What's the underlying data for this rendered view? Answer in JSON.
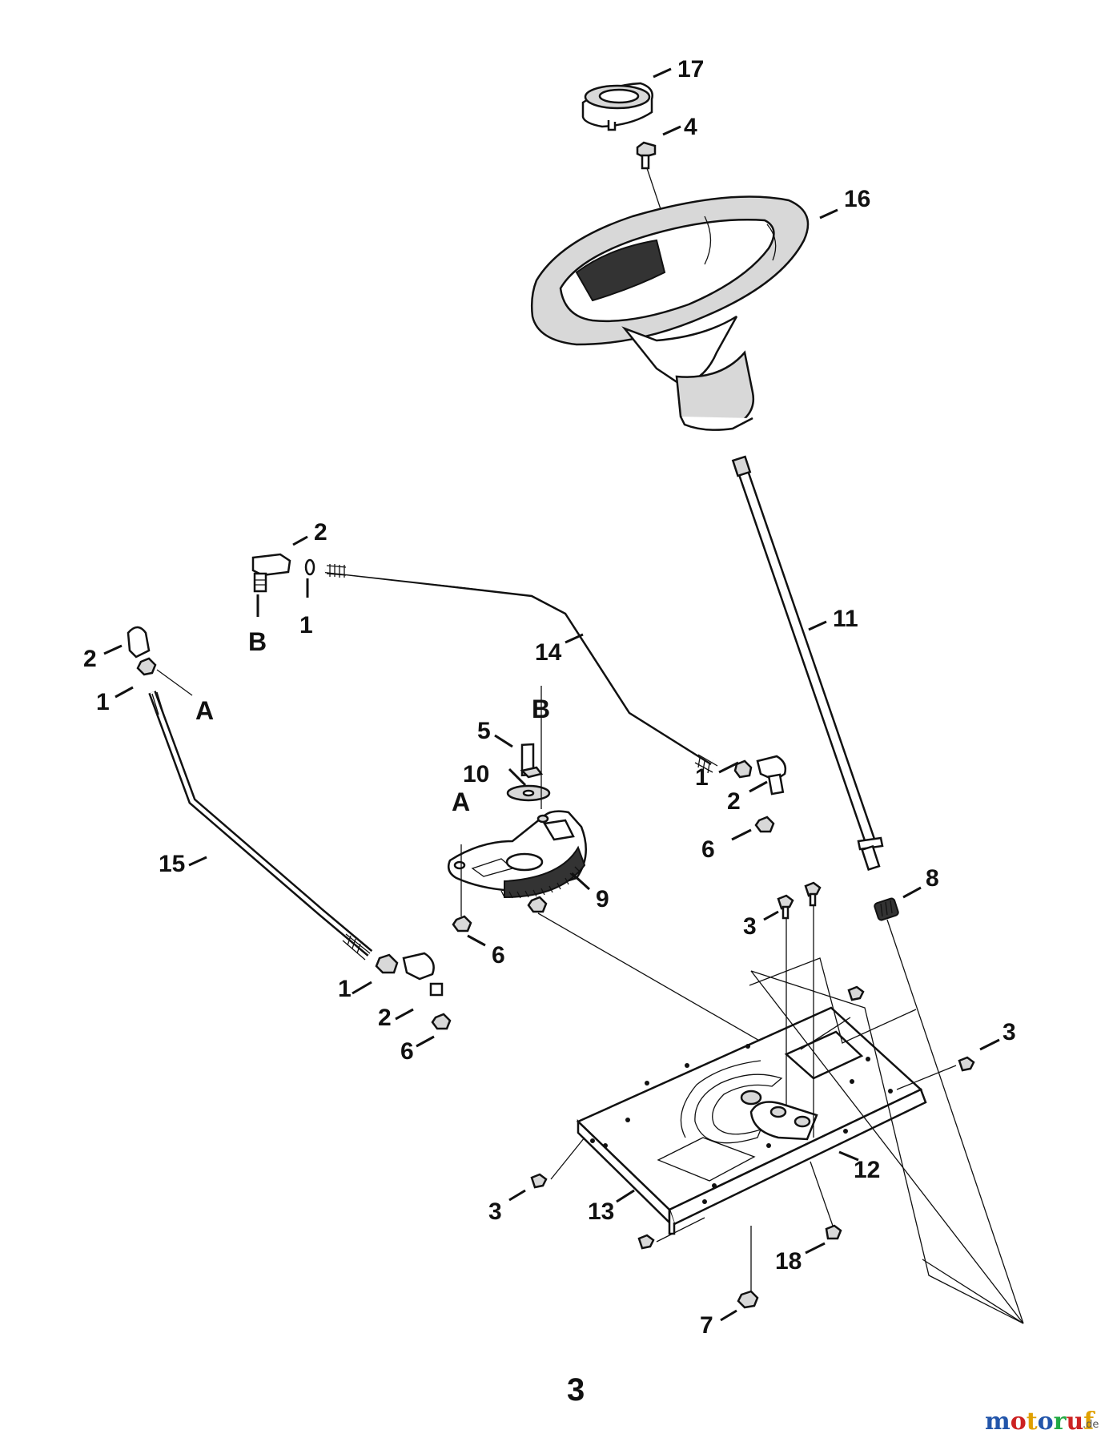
{
  "callouts": {
    "c17": "17",
    "c4": "4",
    "c16": "16",
    "c11": "11",
    "c14": "14",
    "c15": "15",
    "c2_b": "2",
    "c1_b": "1",
    "lbl_b_top": "B",
    "c2_a": "2",
    "c1_a": "1",
    "lbl_a_left": "A",
    "c5": "5",
    "lbl_b_sector": "B",
    "c10": "10",
    "lbl_a_sector": "A",
    "c9": "9",
    "c6_sector": "6",
    "c1_r": "1",
    "c2_r": "2",
    "c6_r": "6",
    "c1_l": "1",
    "c2_l": "2",
    "c6_l": "6",
    "c8": "8",
    "c3_upper": "3",
    "c3_right": "3",
    "c12": "12",
    "c3_left": "3",
    "c13": "13",
    "c18": "18",
    "c7": "7"
  },
  "page_number": "3",
  "watermark": {
    "letters": [
      "m",
      "o",
      "t",
      "o",
      "r",
      "u",
      "f"
    ],
    "suffix": ".de",
    "colors": [
      "#2255aa",
      "#cc2222",
      "#e0a000",
      "#2255aa",
      "#22aa44",
      "#cc2222",
      "#e0a000"
    ]
  }
}
